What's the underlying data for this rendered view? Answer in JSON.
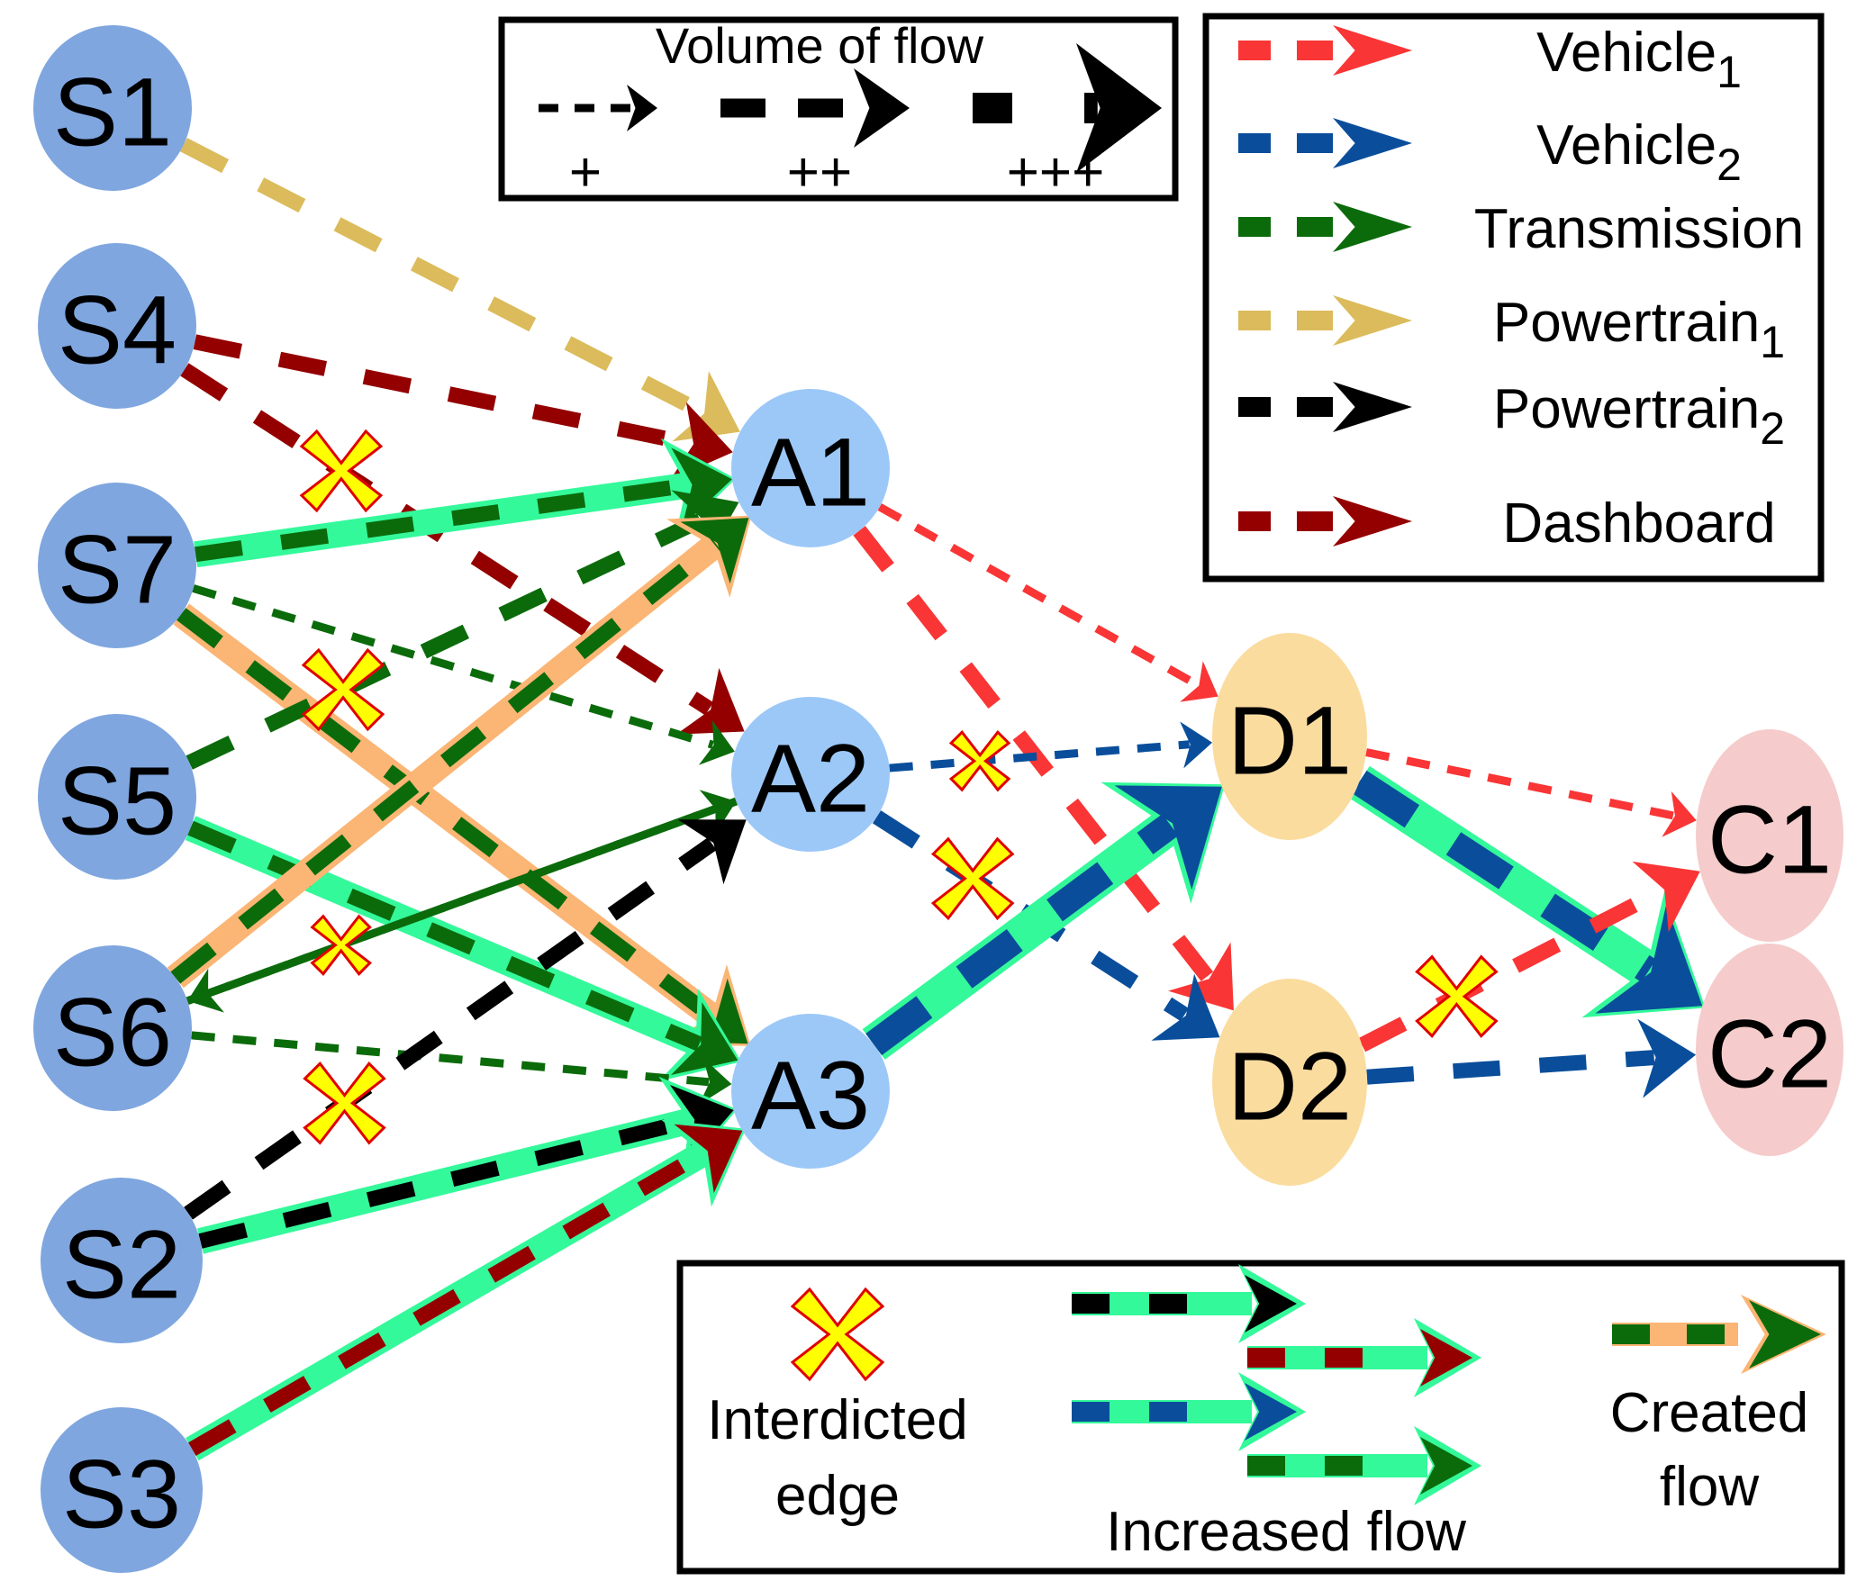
{
  "colors": {
    "Vehicle1": "#f93535",
    "Vehicle2": "#0a4e9b",
    "Transmission": "#0b6b0b",
    "Powertrain1": "#dbbb5b",
    "Powertrain2": "#000000",
    "Dashboard": "#940000",
    "increased_glow": "#33f99a",
    "created_glow": "#fbb574",
    "interdict_fill": "#ffff00",
    "interdict_stroke": "#e00000",
    "node_S": "#7fa6df",
    "node_A": "#9cc8f8",
    "node_D": "#fbdc9f",
    "node_C": "#f5cccb"
  },
  "nodes": [
    {
      "id": "S1",
      "label": "S1",
      "group": "S"
    },
    {
      "id": "S4",
      "label": "S4",
      "group": "S"
    },
    {
      "id": "S7",
      "label": "S7",
      "group": "S"
    },
    {
      "id": "S5",
      "label": "S5",
      "group": "S"
    },
    {
      "id": "S6",
      "label": "S6",
      "group": "S"
    },
    {
      "id": "S2",
      "label": "S2",
      "group": "S"
    },
    {
      "id": "S3",
      "label": "S3",
      "group": "S"
    },
    {
      "id": "A1",
      "label": "A1",
      "group": "A"
    },
    {
      "id": "A2",
      "label": "A2",
      "group": "A"
    },
    {
      "id": "A3",
      "label": "A3",
      "group": "A"
    },
    {
      "id": "D1",
      "label": "D1",
      "group": "D"
    },
    {
      "id": "D2",
      "label": "D2",
      "group": "D"
    },
    {
      "id": "C1",
      "label": "C1",
      "group": "C"
    },
    {
      "id": "C2",
      "label": "C2",
      "group": "C"
    }
  ],
  "edges": [
    {
      "from": "S1",
      "to": "A1",
      "product": "Powertrain1",
      "volume": 2,
      "status": "normal"
    },
    {
      "from": "S4",
      "to": "A1",
      "product": "Dashboard",
      "volume": 2,
      "status": "normal"
    },
    {
      "from": "S4",
      "to": "A2",
      "product": "Dashboard",
      "volume": 2,
      "status": "interdicted"
    },
    {
      "from": "S7",
      "to": "A1",
      "product": "Transmission",
      "volume": 2,
      "status": "increased"
    },
    {
      "from": "S7",
      "to": "A2",
      "product": "Transmission",
      "volume": 1,
      "status": "normal"
    },
    {
      "from": "S7",
      "to": "A3",
      "product": "Transmission",
      "volume": 2,
      "status": "created"
    },
    {
      "from": "S5",
      "to": "A1",
      "product": "Transmission",
      "volume": 2,
      "status": "interdicted"
    },
    {
      "from": "S5",
      "to": "A3",
      "product": "Transmission",
      "volume": 2,
      "status": "increased"
    },
    {
      "from": "S6",
      "to": "A1",
      "product": "Transmission",
      "volume": 2,
      "status": "created"
    },
    {
      "from": "A2",
      "to": "S6",
      "product": "Transmission",
      "volume": 1,
      "status": "normal"
    },
    {
      "from": "S6",
      "to": "A2",
      "product": "Transmission",
      "volume": 1,
      "status": "interdicted"
    },
    {
      "from": "S6",
      "to": "A3",
      "product": "Transmission",
      "volume": 1,
      "status": "normal"
    },
    {
      "from": "S2",
      "to": "A2",
      "product": "Powertrain2",
      "volume": 2,
      "status": "interdicted"
    },
    {
      "from": "S2",
      "to": "A3",
      "product": "Powertrain2",
      "volume": 2,
      "status": "increased"
    },
    {
      "from": "S3",
      "to": "A3",
      "product": "Dashboard",
      "volume": 2,
      "status": "increased"
    },
    {
      "from": "A1",
      "to": "D1",
      "product": "Vehicle1",
      "volume": 1,
      "status": "normal"
    },
    {
      "from": "A1",
      "to": "D2",
      "product": "Vehicle1",
      "volume": 2,
      "status": "normal"
    },
    {
      "from": "A2",
      "to": "D1",
      "product": "Vehicle2",
      "volume": 1,
      "status": "interdicted"
    },
    {
      "from": "A2",
      "to": "D2",
      "product": "Vehicle2",
      "volume": 2,
      "status": "interdicted"
    },
    {
      "from": "A3",
      "to": "D1",
      "product": "Vehicle2",
      "volume": 3,
      "status": "increased"
    },
    {
      "from": "D1",
      "to": "C1",
      "product": "Vehicle1",
      "volume": 1,
      "status": "normal"
    },
    {
      "from": "D1",
      "to": "C2",
      "product": "Vehicle2",
      "volume": 3,
      "status": "increased"
    },
    {
      "from": "D2",
      "to": "C1",
      "product": "Vehicle1",
      "volume": 2,
      "status": "interdicted"
    },
    {
      "from": "D2",
      "to": "C2",
      "product": "Vehicle2",
      "volume": 2,
      "status": "normal"
    }
  ],
  "volume_legend": {
    "title": "Volume of flow",
    "levels": [
      {
        "volume": 1,
        "label": "+"
      },
      {
        "volume": 2,
        "label": "++"
      },
      {
        "volume": 3,
        "label": "+++"
      }
    ]
  },
  "product_legend": [
    {
      "product": "Vehicle1",
      "name": "Vehicle",
      "sub": "1"
    },
    {
      "product": "Vehicle2",
      "name": "Vehicle",
      "sub": "2"
    },
    {
      "product": "Transmission",
      "name": "Transmission",
      "sub": ""
    },
    {
      "product": "Powertrain1",
      "name": "Powertrain",
      "sub": "1"
    },
    {
      "product": "Powertrain2",
      "name": "Powertrain",
      "sub": "2"
    },
    {
      "product": "Dashboard",
      "name": "Dashboard",
      "sub": ""
    }
  ],
  "status_legend": {
    "interdicted_label_line1": "Interdicted",
    "interdicted_label_line2": "edge",
    "increased_label": "Increased flow",
    "created_label_line1": "Created",
    "created_label_line2": "flow",
    "increased_samples": [
      "Powertrain2",
      "Dashboard",
      "Vehicle2",
      "Transmission"
    ],
    "created_sample": "Transmission"
  }
}
